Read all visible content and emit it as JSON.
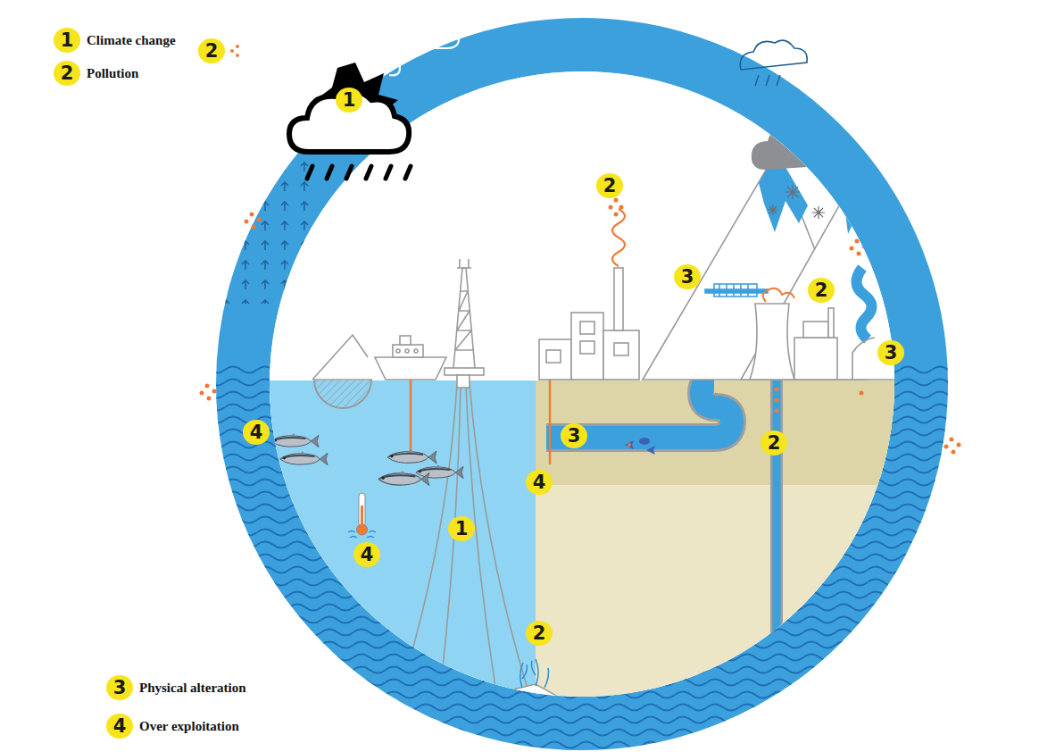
{
  "diagram": {
    "labels": [
      "1",
      "2",
      "3",
      "4",
      "2",
      "1",
      "2",
      "3",
      "2",
      "3",
      "4",
      "3",
      "2",
      "4",
      "1",
      "4",
      "2"
    ],
    "legend": [
      {
        "text": "Climate change",
        "color": "#f6e41c"
      },
      {
        "text": "Pollution",
        "color": "#f6e41c"
      },
      {
        "text": "Physical alteration",
        "color": "#f6e41c"
      },
      {
        "text": "Over exploitation",
        "color": "#f6e41c"
      }
    ]
  }
}
